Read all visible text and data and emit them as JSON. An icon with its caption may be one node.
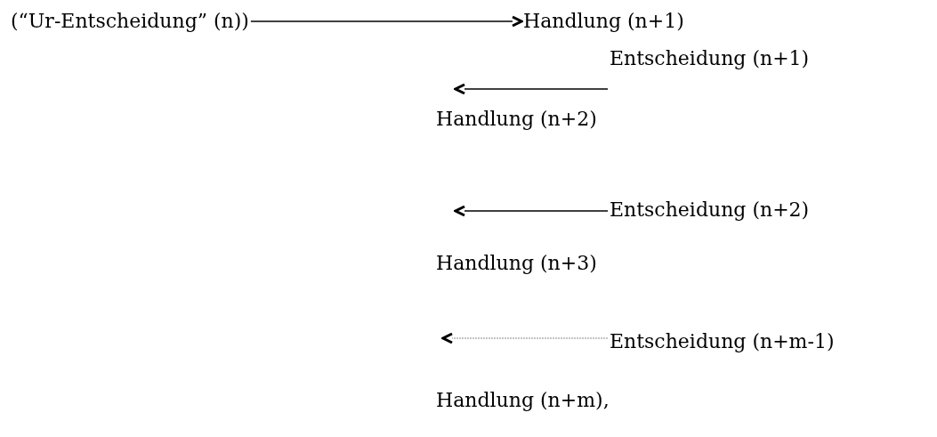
{
  "diagram": {
    "nodes": [
      {
        "text": [
          "(“Ur-Entscheidung” (n))"
        ]
      },
      {
        "text": [
          "Handlung (n+1)"
        ]
      },
      {
        "text": [
          "Entscheidung (n+1)"
        ]
      },
      {
        "text": [
          "Handlung (n+2)"
        ]
      },
      {
        "text": [
          "Entscheidung (n+2)"
        ]
      },
      {
        "text": [
          "Handlung (n+3)"
        ]
      },
      {
        "text": [
          "Entscheidung (n+m-1)"
        ]
      },
      {
        "text": [
          "Handlung (n+m),"
        ]
      }
    ],
    "edges": [
      {
        "from": 0,
        "to": 1,
        "arrow": "to"
      },
      {
        "from": 2,
        "to": 3,
        "arrow": "to"
      },
      {
        "from": 4,
        "to": 5,
        "arrow": "to"
      },
      {
        "from": 6,
        "to": 7,
        "arrow": "to",
        "style": "dashed",
        "color": "#888888"
      }
    ]
  }
}
